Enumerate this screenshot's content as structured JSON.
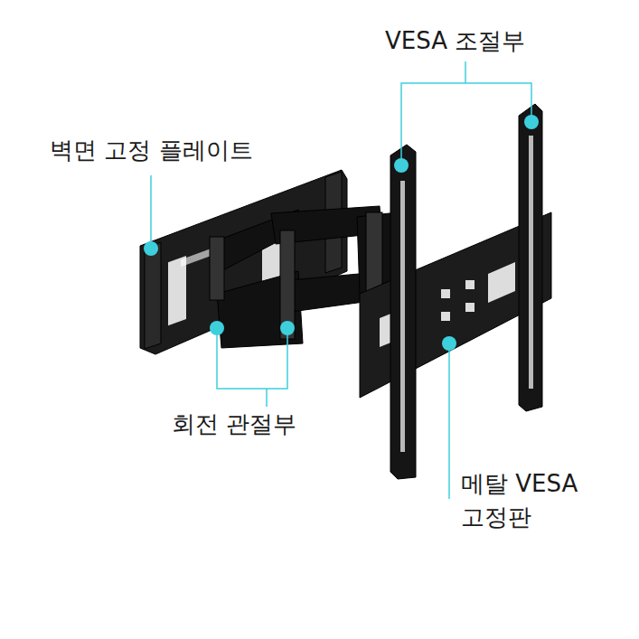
{
  "diagram": {
    "labels": [
      "VESA 조절부",
      "벽면 고정 플레이트",
      "회전 관절부",
      "메탈 VESA 고정판"
    ]
  }
}
